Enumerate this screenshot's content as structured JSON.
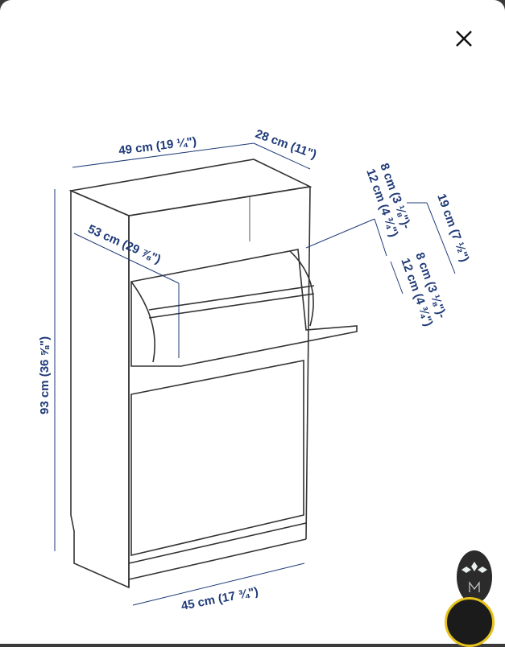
{
  "modal": {
    "close_icon": "close-icon"
  },
  "diagram": {
    "width_top": "49 cm (19 ¼\")",
    "depth": "28 cm (11\")",
    "height": "93 cm (36 ⅝\")",
    "inner_width": "53 cm (29 ⅞\")",
    "shelf_spacing_1a": "8 cm (3 ⅛\")-",
    "shelf_spacing_1b": "12 cm (4 ¾\")",
    "door_depth": "19 cm (7 ½\")",
    "shelf_spacing_2a": "8 cm (3 ⅛\")-",
    "shelf_spacing_2b": "12 cm (4 ¾\")",
    "bottom_width": "45 cm (17 ¾\")"
  },
  "colors": {
    "dimension": "#1e3a78",
    "badge": "#2b2b2b",
    "badge_ring": "#e6c21a"
  }
}
